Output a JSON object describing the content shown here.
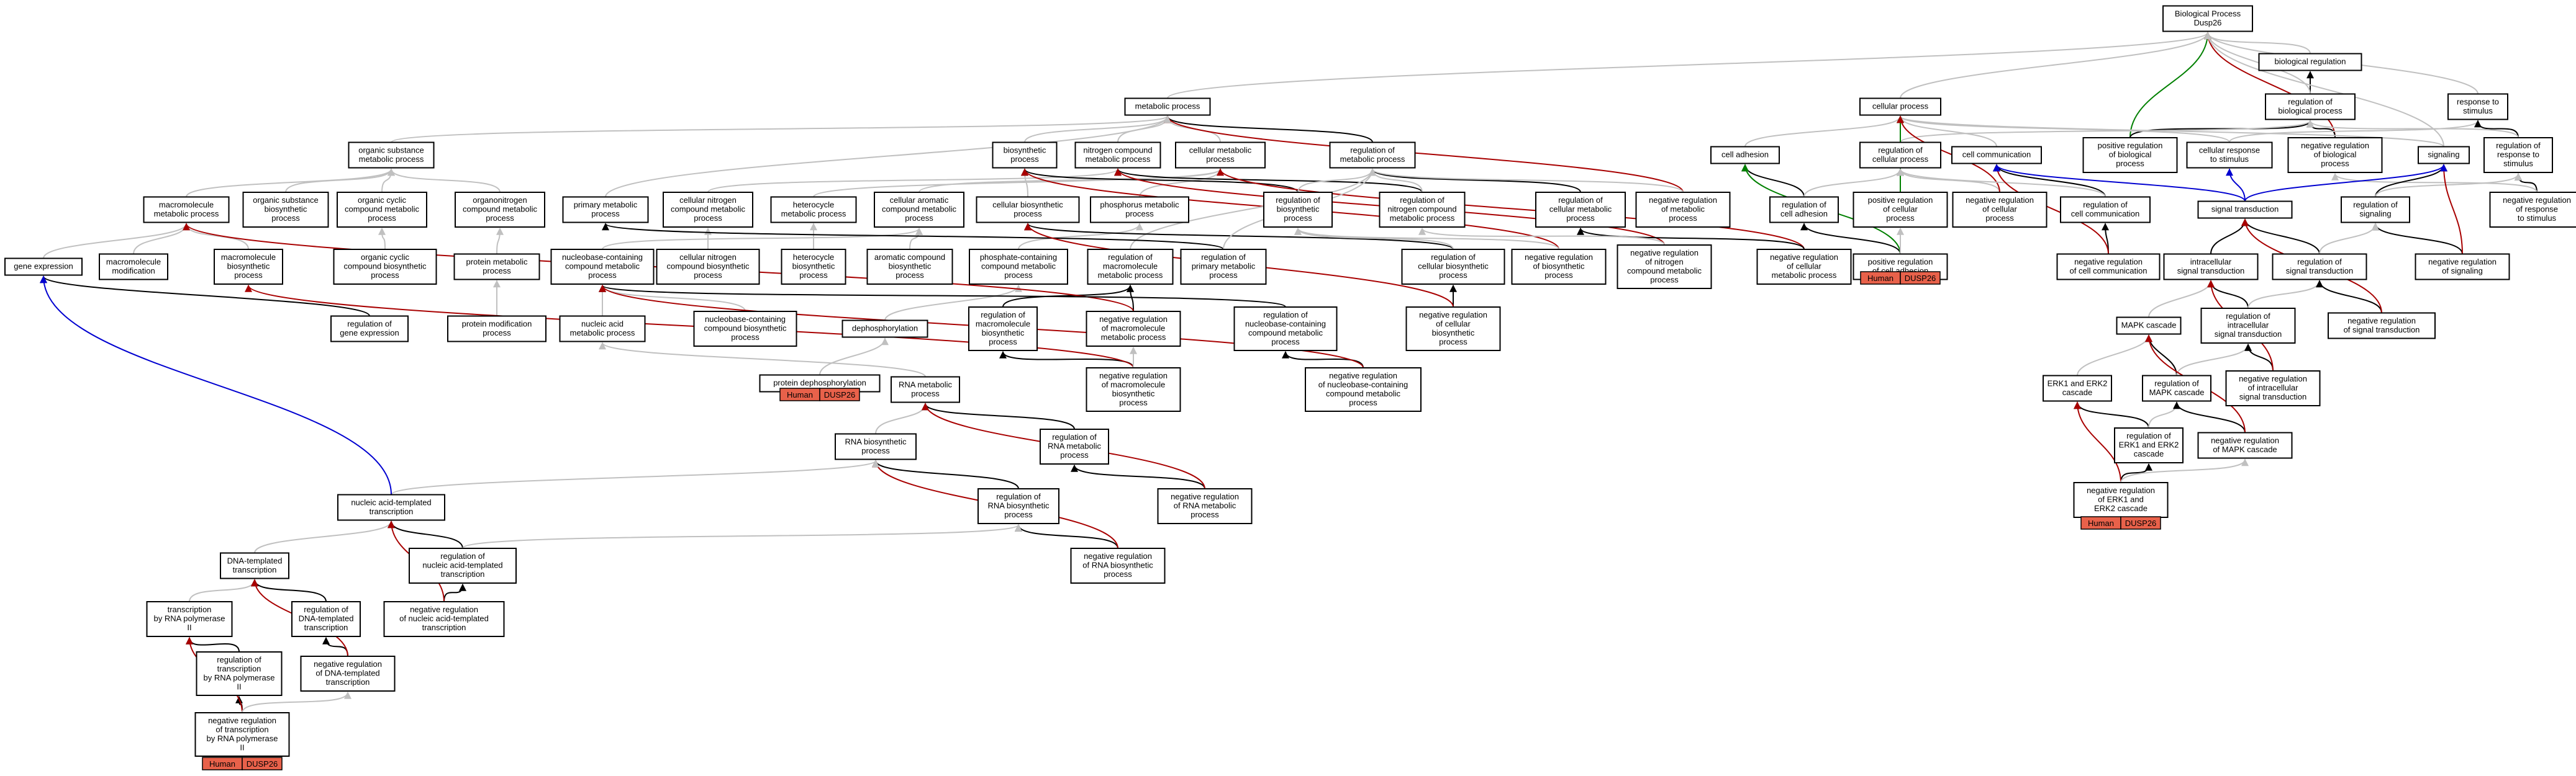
{
  "colors": {
    "neutral": "#c0c0c0",
    "is_a": "#000000",
    "negative": "#a80000",
    "positive": "#008000",
    "regulates": "#0000d0",
    "tag_fill": "#e8614a"
  },
  "tags": {
    "species": "Human",
    "gene": "DUSP26"
  },
  "nodes": {
    "bp": [
      "Biological Process",
      "Dusp26"
    ],
    "bioreg": [
      "biological regulation"
    ],
    "regbio": [
      "regulation of",
      "biological process"
    ],
    "resp": [
      "response to",
      "stimulus"
    ],
    "posregbio": [
      "positive regulation",
      "of biological",
      "process"
    ],
    "cellresp": [
      "cellular response",
      "to stimulus"
    ],
    "negregbio": [
      "negative regulation",
      "of biological",
      "process"
    ],
    "signaling": [
      "signaling"
    ],
    "regresp": [
      "regulation of",
      "response to",
      "stimulus"
    ],
    "negregresp": [
      "negative regulation",
      "of response",
      "to stimulus"
    ],
    "cellproc": [
      "cellular process"
    ],
    "celladh": [
      "cell adhesion"
    ],
    "regcellproc": [
      "regulation of",
      "cellular process"
    ],
    "cellcomm": [
      "cell communication"
    ],
    "regcelladh": [
      "regulation of",
      "cell adhesion"
    ],
    "posregcellproc": [
      "positive regulation",
      "of cellular",
      "process"
    ],
    "negregcellproc": [
      "negative regulation",
      "of cellular",
      "process"
    ],
    "regcellcomm": [
      "regulation of",
      "cell communication"
    ],
    "regsignaling": [
      "regulation of",
      "signaling"
    ],
    "negregsignaling": [
      "negative regulation",
      "of signaling"
    ],
    "posregcelladh": [
      "positive regulation",
      "of cell adhesion"
    ],
    "negregcellcomm": [
      "negative regulation",
      "of cell communication"
    ],
    "sigtrans": [
      "signal transduction"
    ],
    "intrasig": [
      "intracellular",
      "signal transduction"
    ],
    "regsigtrans": [
      "regulation of",
      "signal transduction"
    ],
    "regintrasig": [
      "regulation of",
      "intracellular",
      "signal transduction"
    ],
    "negregsigtrans": [
      "negative regulation",
      "of signal transduction"
    ],
    "mapk": [
      "MAPK cascade"
    ],
    "erk": [
      "ERK1 and ERK2",
      "cascade"
    ],
    "regmapk": [
      "regulation of",
      "MAPK cascade"
    ],
    "negregintrasig": [
      "negative regulation",
      "of intracellular",
      "signal transduction"
    ],
    "regerk": [
      "regulation of",
      "ERK1 and ERK2",
      "cascade"
    ],
    "negregmapk": [
      "negative regulation",
      "of MAPK cascade"
    ],
    "negregerk": [
      "negative regulation",
      "of ERK1 and",
      "ERK2 cascade"
    ],
    "metab": [
      "metabolic process"
    ],
    "orgsub": [
      "organic substance",
      "metabolic process"
    ],
    "biosyn": [
      "biosynthetic",
      "process"
    ],
    "nitro": [
      "nitrogen compound",
      "metabolic process"
    ],
    "cellmetab": [
      "cellular metabolic",
      "process"
    ],
    "regmetab": [
      "regulation of",
      "metabolic process"
    ],
    "macro": [
      "macromolecule",
      "metabolic process"
    ],
    "orgsubbio": [
      "organic substance",
      "biosynthetic",
      "process"
    ],
    "orgcyc": [
      "organic cyclic",
      "compound metabolic",
      "process"
    ],
    "organonitro": [
      "organonitrogen",
      "compound metabolic",
      "process"
    ],
    "primary": [
      "primary metabolic",
      "process"
    ],
    "cellnitro": [
      "cellular nitrogen",
      "compound metabolic",
      "process"
    ],
    "hetero": [
      "heterocycle",
      "metabolic process"
    ],
    "cellarom": [
      "cellular aromatic",
      "compound metabolic",
      "process"
    ],
    "cellbiosyn": [
      "cellular biosynthetic",
      "process"
    ],
    "phosphorus": [
      "phosphorus metabolic",
      "process"
    ],
    "regbiosyn": [
      "regulation of",
      "biosynthetic",
      "process"
    ],
    "regnitro": [
      "regulation of",
      "nitrogen compound",
      "metabolic process"
    ],
    "regcellmetab": [
      "regulation of",
      "cellular metabolic",
      "process"
    ],
    "negregmetab": [
      "negative regulation",
      "of metabolic",
      "process"
    ],
    "geneexpr": [
      "gene expression"
    ],
    "macromod": [
      "macromolecule",
      "modification"
    ],
    "macrobiosyn": [
      "macromolecule",
      "biosynthetic",
      "process"
    ],
    "orgcycbio": [
      "organic cyclic",
      "compound biosynthetic",
      "process"
    ],
    "protmetab": [
      "protein metabolic",
      "process"
    ],
    "nucleobase": [
      "nucleobase-containing",
      "compound metabolic",
      "process"
    ],
    "cellnitrobio": [
      "cellular nitrogen",
      "compound biosynthetic",
      "process"
    ],
    "heterobio": [
      "heterocycle",
      "biosynthetic",
      "process"
    ],
    "aromaticbio": [
      "aromatic compound",
      "biosynthetic",
      "process"
    ],
    "phosphatecont": [
      "phosphate-containing",
      "compound metabolic",
      "process"
    ],
    "regmacro": [
      "regulation of",
      "macromolecule",
      "metabolic process"
    ],
    "regprimary": [
      "regulation of",
      "primary metabolic",
      "process"
    ],
    "regcellbio": [
      "regulation of",
      "cellular biosynthetic",
      "process"
    ],
    "negregbiosyn": [
      "negative regulation",
      "of biosynthetic",
      "process"
    ],
    "negregnitro": [
      "negative regulation",
      "of nitrogen",
      "compound metabolic",
      "process"
    ],
    "negregcellmetab": [
      "negative regulation",
      "of cellular",
      "metabolic process"
    ],
    "reggeneexpr": [
      "regulation of",
      "gene expression"
    ],
    "protmod": [
      "protein modification",
      "process"
    ],
    "nucacid": [
      "nucleic acid",
      "metabolic process"
    ],
    "nucleobasebio": [
      "nucleobase-containing",
      "compound biosynthetic",
      "process"
    ],
    "dephos": [
      "dephosphorylation"
    ],
    "protdephos": [
      "protein dephosphorylation"
    ],
    "regmacrobio": [
      "regulation of",
      "macromolecule",
      "biosynthetic",
      "process"
    ],
    "negregmacro": [
      "negative regulation",
      "of macromolecule",
      "metabolic process"
    ],
    "regnucleobase": [
      "regulation of",
      "nucleobase-containing",
      "compound metabolic",
      "process"
    ],
    "negregcellbio": [
      "negative regulation",
      "of cellular",
      "biosynthetic",
      "process"
    ],
    "rnametab": [
      "RNA metabolic",
      "process"
    ],
    "negregmacrobio": [
      "negative regulation",
      "of macromolecule",
      "biosynthetic",
      "process"
    ],
    "negregnucleobase": [
      "negative regulation",
      "of nucleobase-containing",
      "compound metabolic",
      "process"
    ],
    "rnabio": [
      "RNA biosynthetic",
      "process"
    ],
    "regrnametab": [
      "regulation of",
      "RNA metabolic",
      "process"
    ],
    "regrnabio": [
      "regulation of",
      "RNA biosynthetic",
      "process"
    ],
    "negregrnametab": [
      "negative regulation",
      "of RNA metabolic",
      "process"
    ],
    "negregrnabio": [
      "negative regulation",
      "of RNA biosynthetic",
      "process"
    ],
    "nucacidtrans": [
      "nucleic acid-templated",
      "transcription"
    ],
    "dnatrans": [
      "DNA-templated",
      "transcription"
    ],
    "regnucacidtrans": [
      "regulation of",
      "nucleic acid-templated",
      "transcription"
    ],
    "transpol": [
      "transcription",
      "by RNA polymerase",
      "II"
    ],
    "regdnatrans": [
      "regulation of",
      "DNA-templated",
      "transcription"
    ],
    "negregnucacidtrans": [
      "negative regulation",
      "of nucleic acid-templated",
      "transcription"
    ],
    "regtranspol": [
      "regulation of",
      "transcription",
      "by RNA polymerase",
      "II"
    ],
    "negregdnatrans": [
      "negative regulation",
      "of DNA-templated",
      "transcription"
    ],
    "negregtranspol": [
      "negative regulation",
      "of transcription",
      "by RNA polymerase",
      "II"
    ]
  }
}
